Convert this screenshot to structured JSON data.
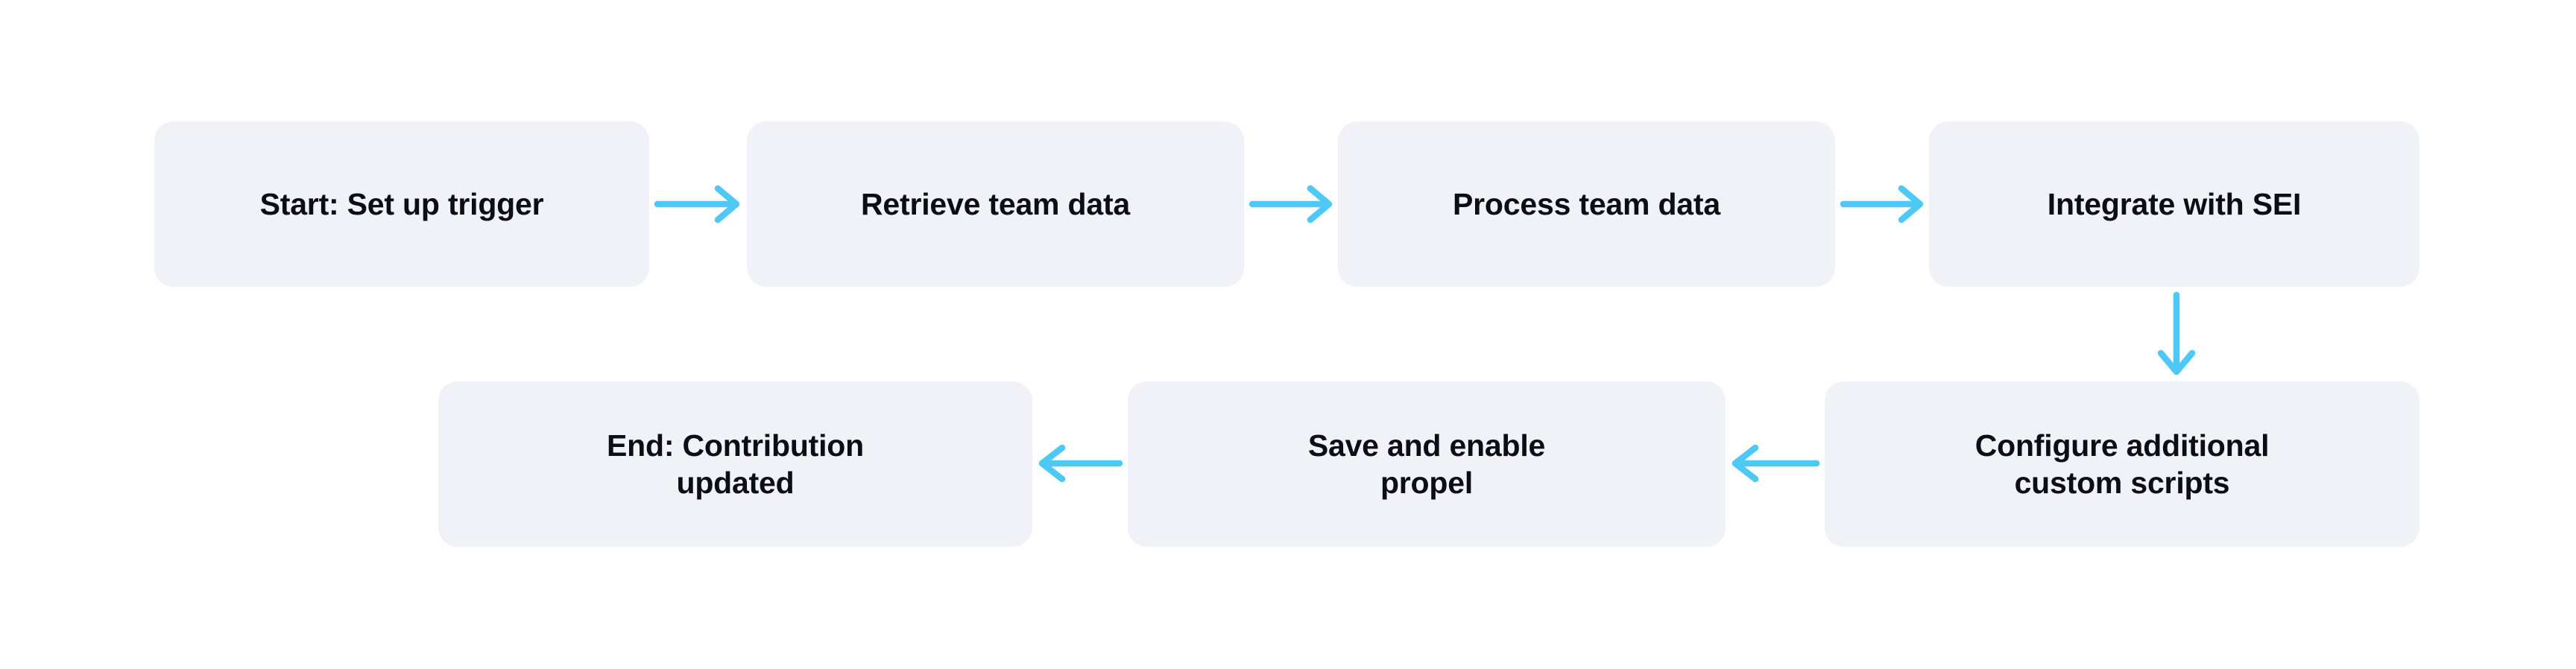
{
  "diagram": {
    "title": "SEI contribution workflow flowchart",
    "background_color": "#ffffff",
    "node_fill_color": "#f1f2f7",
    "node_text_color": "#0b0e14",
    "edge_color": "#4ec8f5",
    "nodes": [
      {
        "id": "start",
        "label": "Start: Set up trigger"
      },
      {
        "id": "retrieve",
        "label": "Retrieve team data"
      },
      {
        "id": "process",
        "label": "Process team data"
      },
      {
        "id": "integrate",
        "label": "Integrate with SEI"
      },
      {
        "id": "configure",
        "label": "Configure additional\ncustom scripts"
      },
      {
        "id": "save",
        "label": "Save and enable\npropel"
      },
      {
        "id": "end",
        "label": "End: Contribution\nupdated"
      }
    ],
    "edges": [
      {
        "id": "e1",
        "from": "start",
        "to": "retrieve",
        "direction": "right"
      },
      {
        "id": "e2",
        "from": "retrieve",
        "to": "process",
        "direction": "right"
      },
      {
        "id": "e3",
        "from": "process",
        "to": "integrate",
        "direction": "right"
      },
      {
        "id": "e4",
        "from": "integrate",
        "to": "configure",
        "direction": "down"
      },
      {
        "id": "e5",
        "from": "configure",
        "to": "save",
        "direction": "left"
      },
      {
        "id": "e6",
        "from": "save",
        "to": "end",
        "direction": "left"
      }
    ]
  }
}
